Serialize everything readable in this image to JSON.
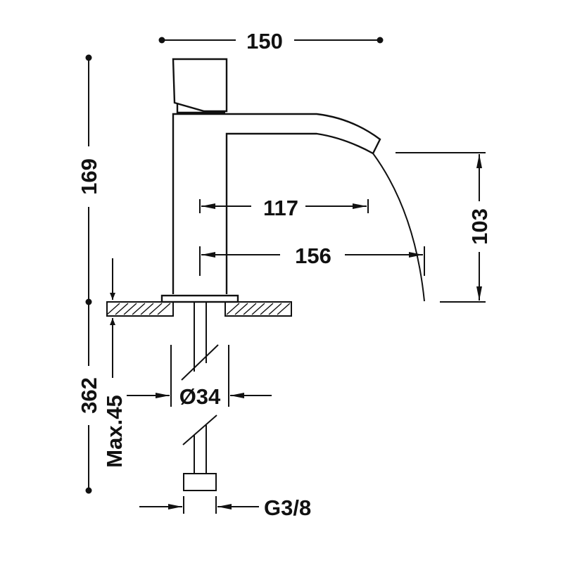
{
  "drawing": {
    "dimensions": {
      "overall_width": "150",
      "overall_height": "169",
      "total_length": "362",
      "max_deck_thickness": "Max.45",
      "spout_reach_inner": "117",
      "spout_reach_outer": "156",
      "spout_height": "103",
      "hole_diameter": "Ø34",
      "connection_thread": "G3/8"
    },
    "colors": {
      "ink": "#111111",
      "background": "#ffffff"
    }
  }
}
